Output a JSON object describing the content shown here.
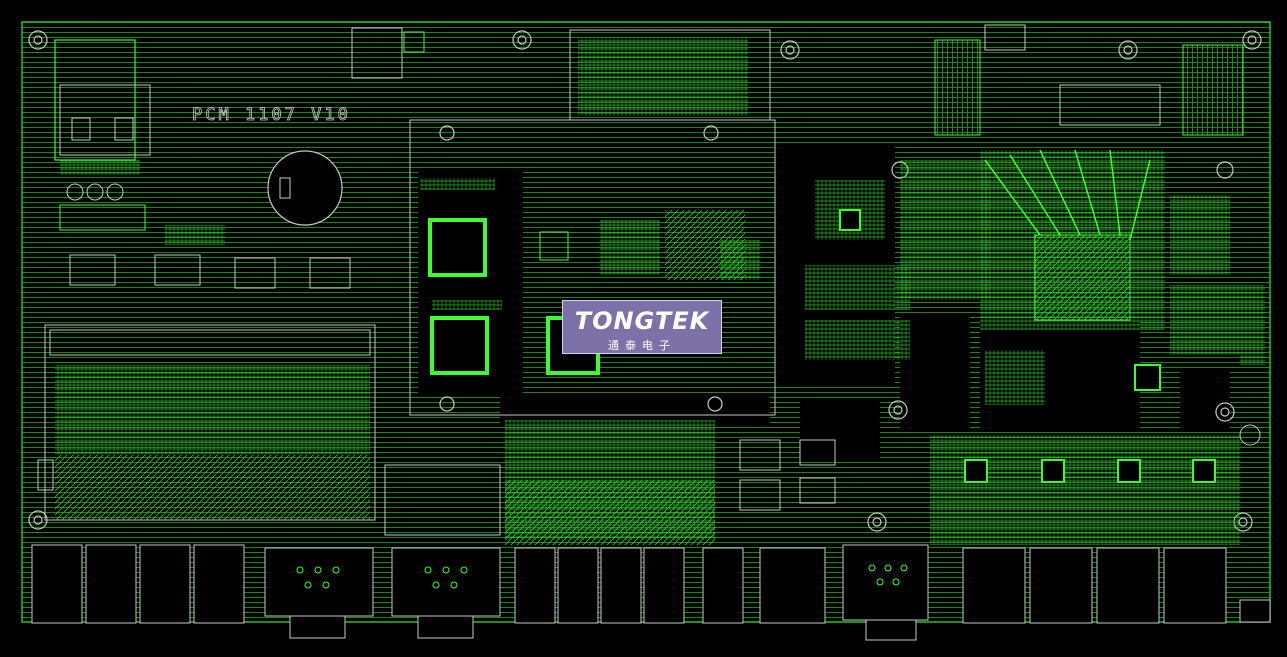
{
  "board": {
    "silkscreen_label": "PCM 1107 V10",
    "colors": {
      "background": "#000000",
      "trace": "#22c21e",
      "trace_bright": "#3dff2e",
      "silk": "#c8c8c8",
      "logo_bg": "#7d72a8"
    }
  },
  "logo": {
    "main": "TONGTEK",
    "sub": "通泰电子"
  }
}
